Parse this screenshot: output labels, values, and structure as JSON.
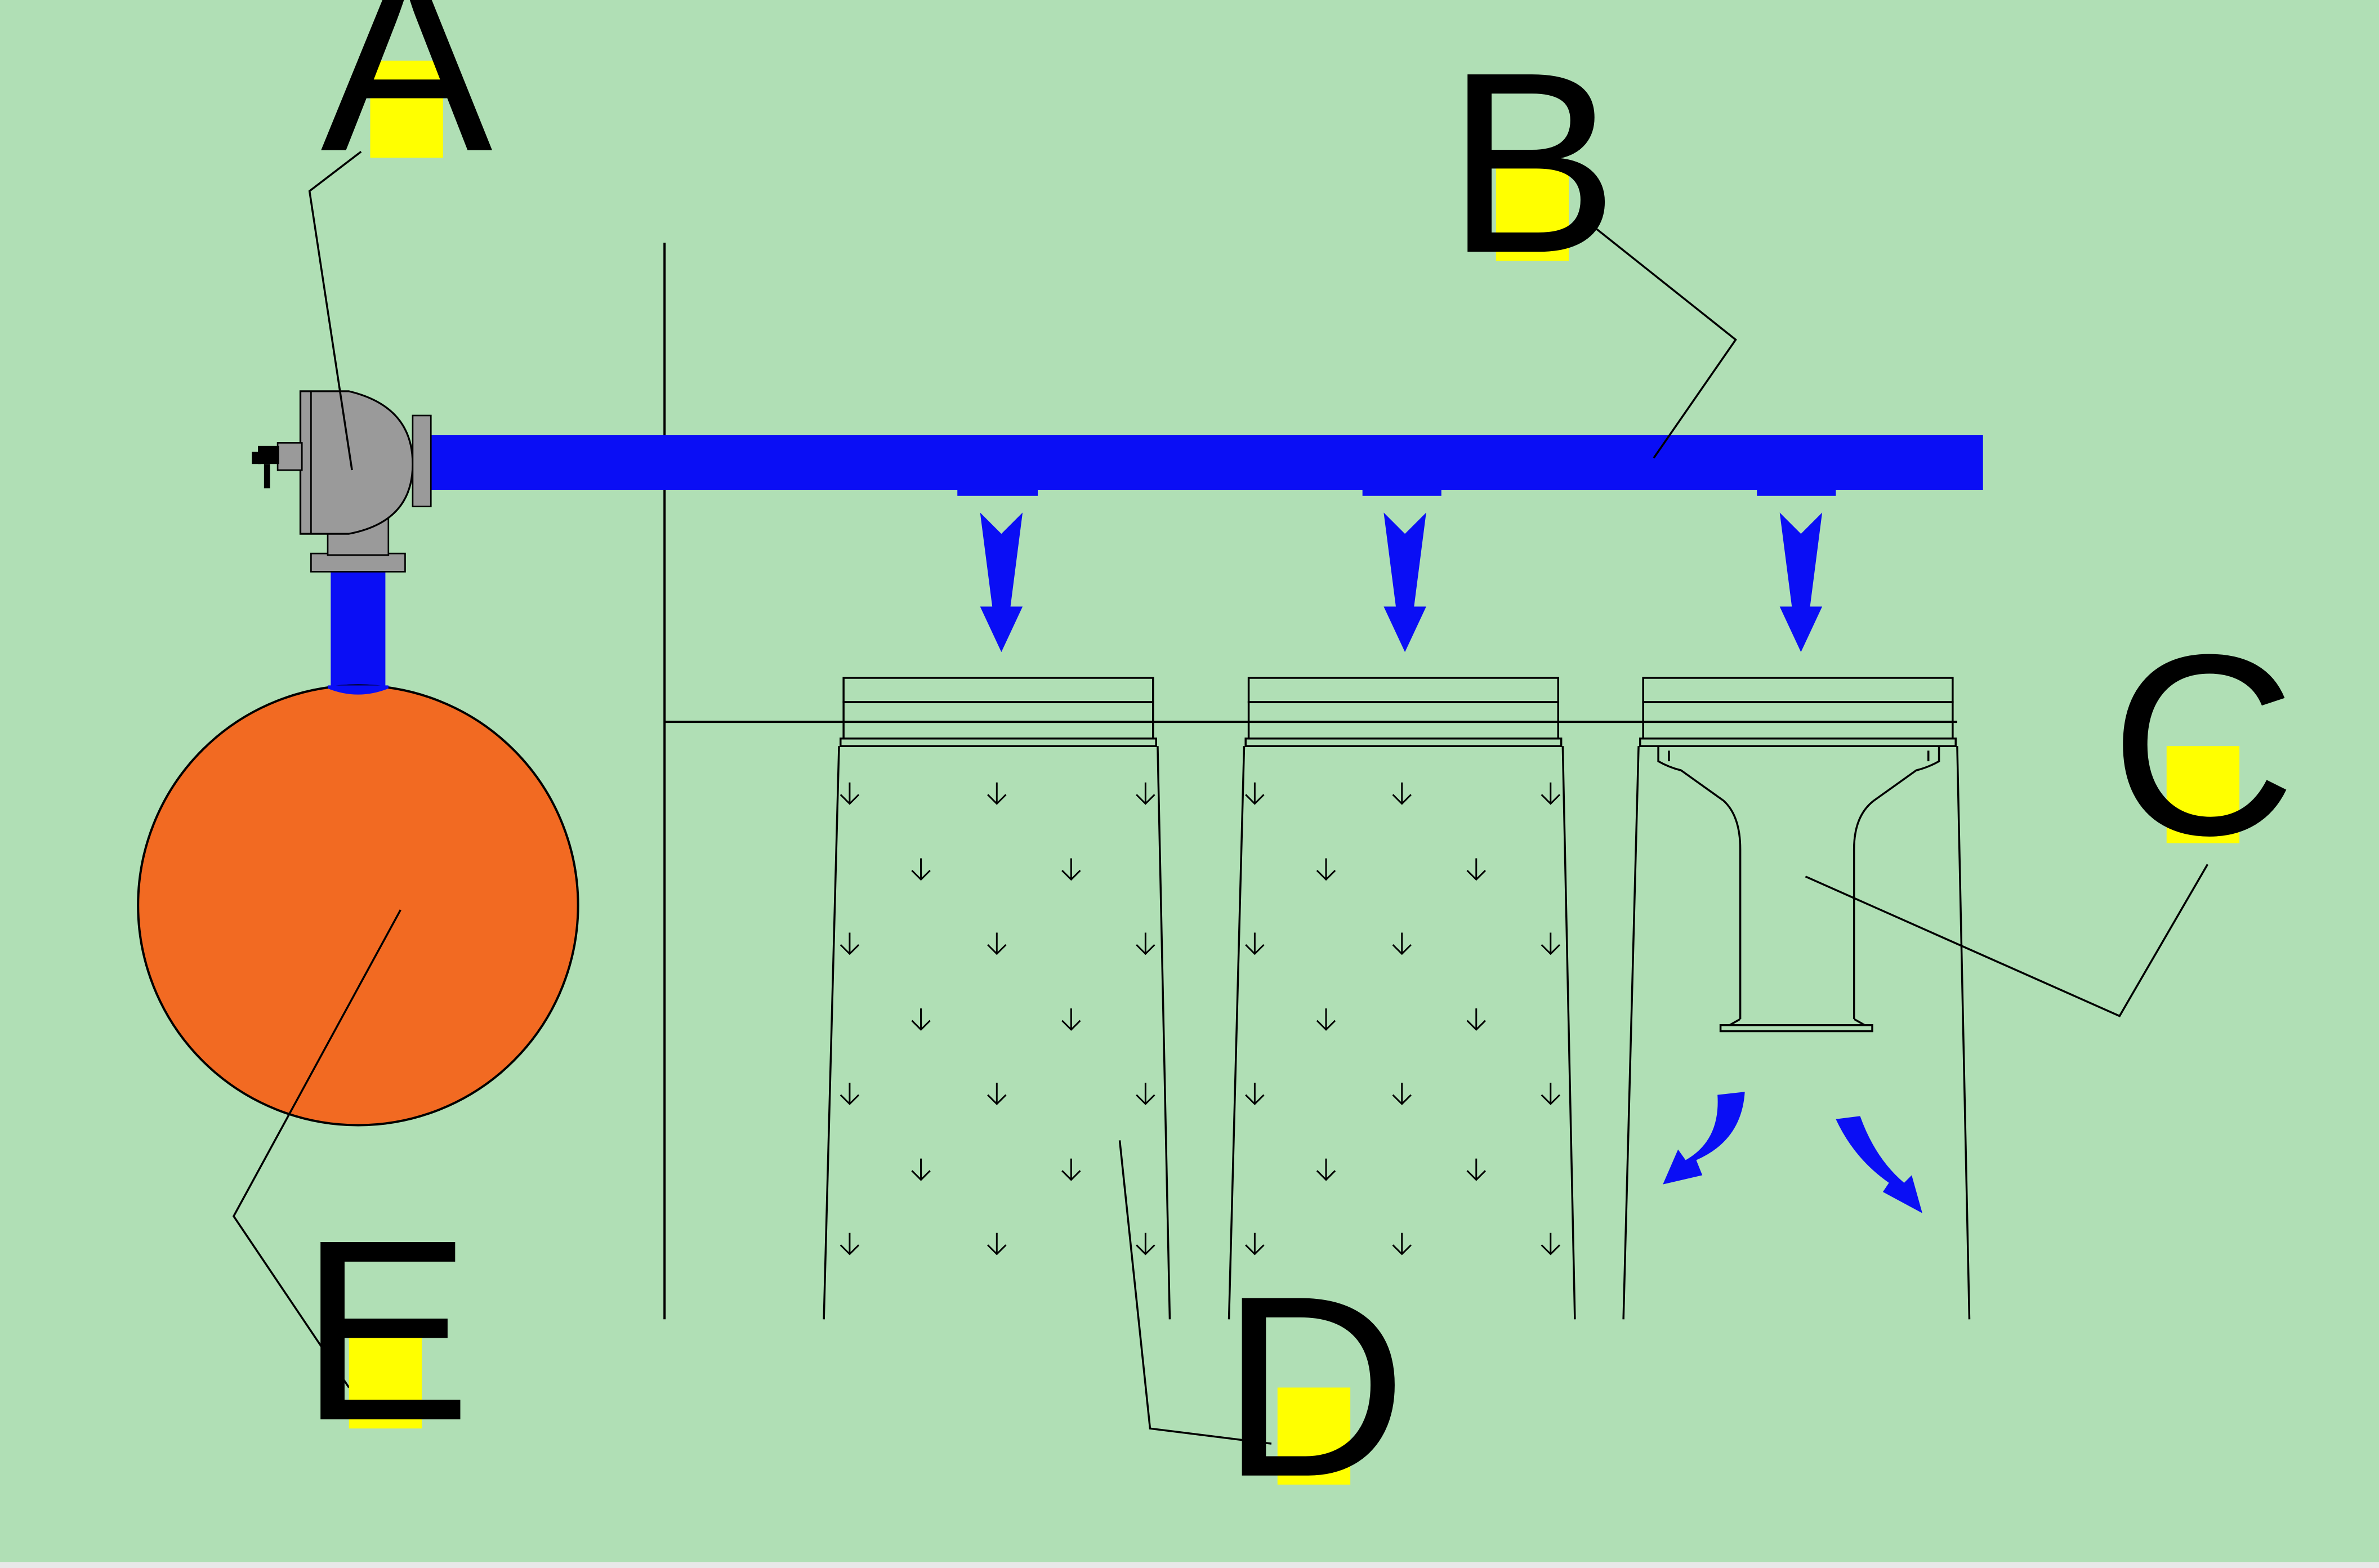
{
  "colors": {
    "background": "#b0dfb5",
    "pipe": "#0a0ef5",
    "flow_arrow": "#0a0ef5",
    "tank": "#f26a22",
    "valve": "#9a9a9a",
    "label_background": "#ffff00",
    "line": "#000000"
  },
  "labels": {
    "a": "A",
    "b": "B",
    "c": "C",
    "d": "D",
    "e": "E"
  },
  "icons": {
    "valve": "valve-icon",
    "tank": "tank-icon",
    "flow_arrow": "arrow-down-icon"
  }
}
